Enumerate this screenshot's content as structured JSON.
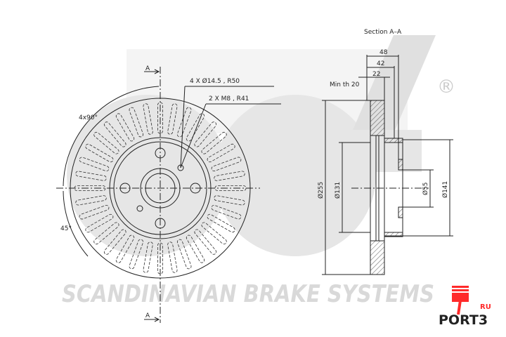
{
  "front_view": {
    "section_marker_top": "A",
    "section_marker_bottom": "A",
    "angle_label": "4x90°",
    "angle_label_2": "45°",
    "note_holes": "4 X Ø14.5 , R50",
    "note_threads": "2 X M8 , R41"
  },
  "section_view": {
    "title": "Section A–A",
    "dim_overall_width": "48",
    "dim_hat_width": "42",
    "dim_thickness": "22",
    "min_thickness": "Min th 20",
    "dim_outer_diameter": "Ø255",
    "dim_hat_diameter": "Ø131",
    "dim_center_bore": "Ø55",
    "dim_hat_outer": "Ø141"
  },
  "watermark": {
    "brand_tagline": "SCANDINAVIAN BRAKE SYSTEMS",
    "brand_logo": "sbs",
    "registered": "®"
  },
  "logo": {
    "name": "PORT3",
    "suffix": "RU",
    "color": "#ff2a2a"
  }
}
